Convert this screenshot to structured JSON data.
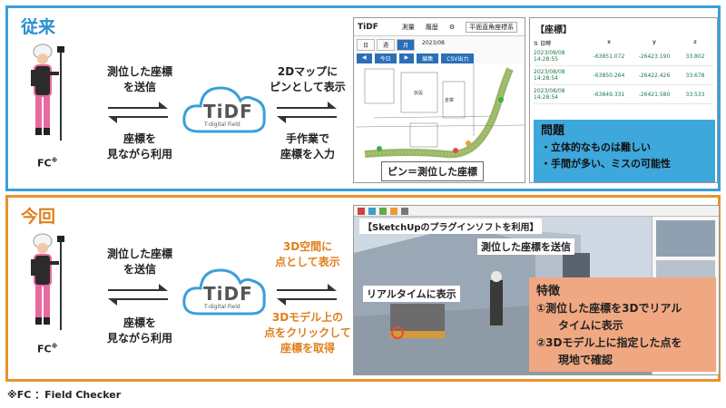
{
  "before": {
    "title": "従来",
    "fc_label": "FC",
    "fc_mark": "※",
    "upper_text": [
      "測位した座標",
      "を送信"
    ],
    "lower_text": [
      "座標を",
      "見ながら利用"
    ],
    "right_upper": [
      "2Dマップに",
      "ピンとして表示"
    ],
    "right_lower": [
      "手作業で",
      "座標を入力"
    ],
    "logo": "TiDF",
    "logo_sub": "T-digital Field",
    "app": {
      "tabs": [
        "測量",
        "履歴"
      ],
      "coord_system": "平面直角座標系",
      "view_tabs": [
        "日",
        "週",
        "月"
      ],
      "date": "2023/08",
      "buttons": [
        "今日",
        "編集",
        "CSV出力"
      ],
      "map_labels": [
        "仮設",
        "倉庫"
      ],
      "pin_callout": "ピン＝測位した座標"
    },
    "coords": {
      "title": "【座標】",
      "headers": [
        "日時",
        "x",
        "y",
        "z"
      ],
      "rows": [
        [
          "2023/08/08 14:28:55",
          "-63851.072",
          "-26423.190",
          "33.802"
        ],
        [
          "2023/08/08 14:28:54",
          "-63850.264",
          "-26422.426",
          "33.678"
        ],
        [
          "2023/08/08 14:28:54",
          "-63849.331",
          "-26421.580",
          "33.533"
        ]
      ]
    },
    "problem": {
      "title": "問題",
      "items": [
        "・立体的なものは難しい",
        "・手間が多い、ミスの可能性"
      ]
    }
  },
  "now": {
    "title": "今回",
    "fc_label": "FC",
    "fc_mark": "※",
    "upper_text": [
      "測位した座標",
      "を送信"
    ],
    "lower_text": [
      "座標を",
      "見ながら利用"
    ],
    "right_upper": [
      "3D空間に",
      "点として表示"
    ],
    "right_lower": [
      "3Dモデル上の",
      "点をクリックして",
      "座標を取得"
    ],
    "logo": "TiDF",
    "logo_sub": "T-digital Field",
    "plugin_label": "【SketchUpのプラグインソフトを利用】",
    "send_label": "測位した座標を送信",
    "realtime_label": "リアルタイムに表示",
    "feature": {
      "title": "特徴",
      "items": [
        "①測位した座標を3Dでリアル",
        "タイムに表示",
        "②3Dモデル上に指定した点を",
        "現地で確認"
      ]
    }
  },
  "footnote": "※FC ：Field Checker",
  "colors": {
    "blue": "#3b9fd9",
    "orange": "#e8922e",
    "feature_bg": "#f0a882",
    "problem_bg": "#3ea7dc"
  }
}
